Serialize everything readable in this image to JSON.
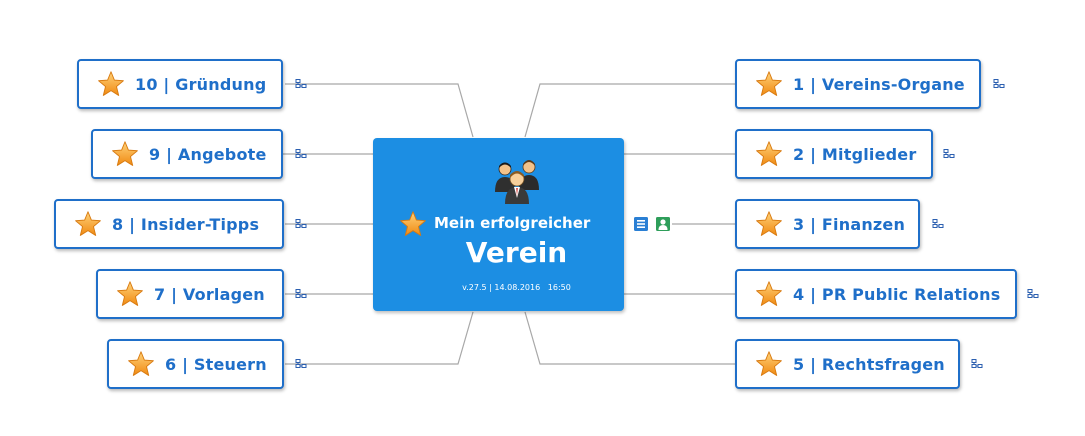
{
  "center": {
    "line1": "Mein erfolgreicher",
    "title": "Verein",
    "meta": "v.27.5 | 14.08.2016   16:50"
  },
  "nodes": {
    "n10": "10 | Gründung",
    "n9": "9 | Angebote",
    "n8": "8 | Insider-Tipps",
    "n7": "7 | Vorlagen",
    "n6": "6 | Steuern",
    "n1": "1 | Vereins-Organe",
    "n2": "2 | Mitglieder",
    "n3": "3 | Finanzen",
    "n4": "4 | PR Public Relations",
    "n5": "5 | Rechtsfragen"
  },
  "colors": {
    "accent": "#1f6fc9",
    "center_fill": "#1c8ee3",
    "star": "#f6a62a",
    "connector": "#a8a8a8"
  }
}
